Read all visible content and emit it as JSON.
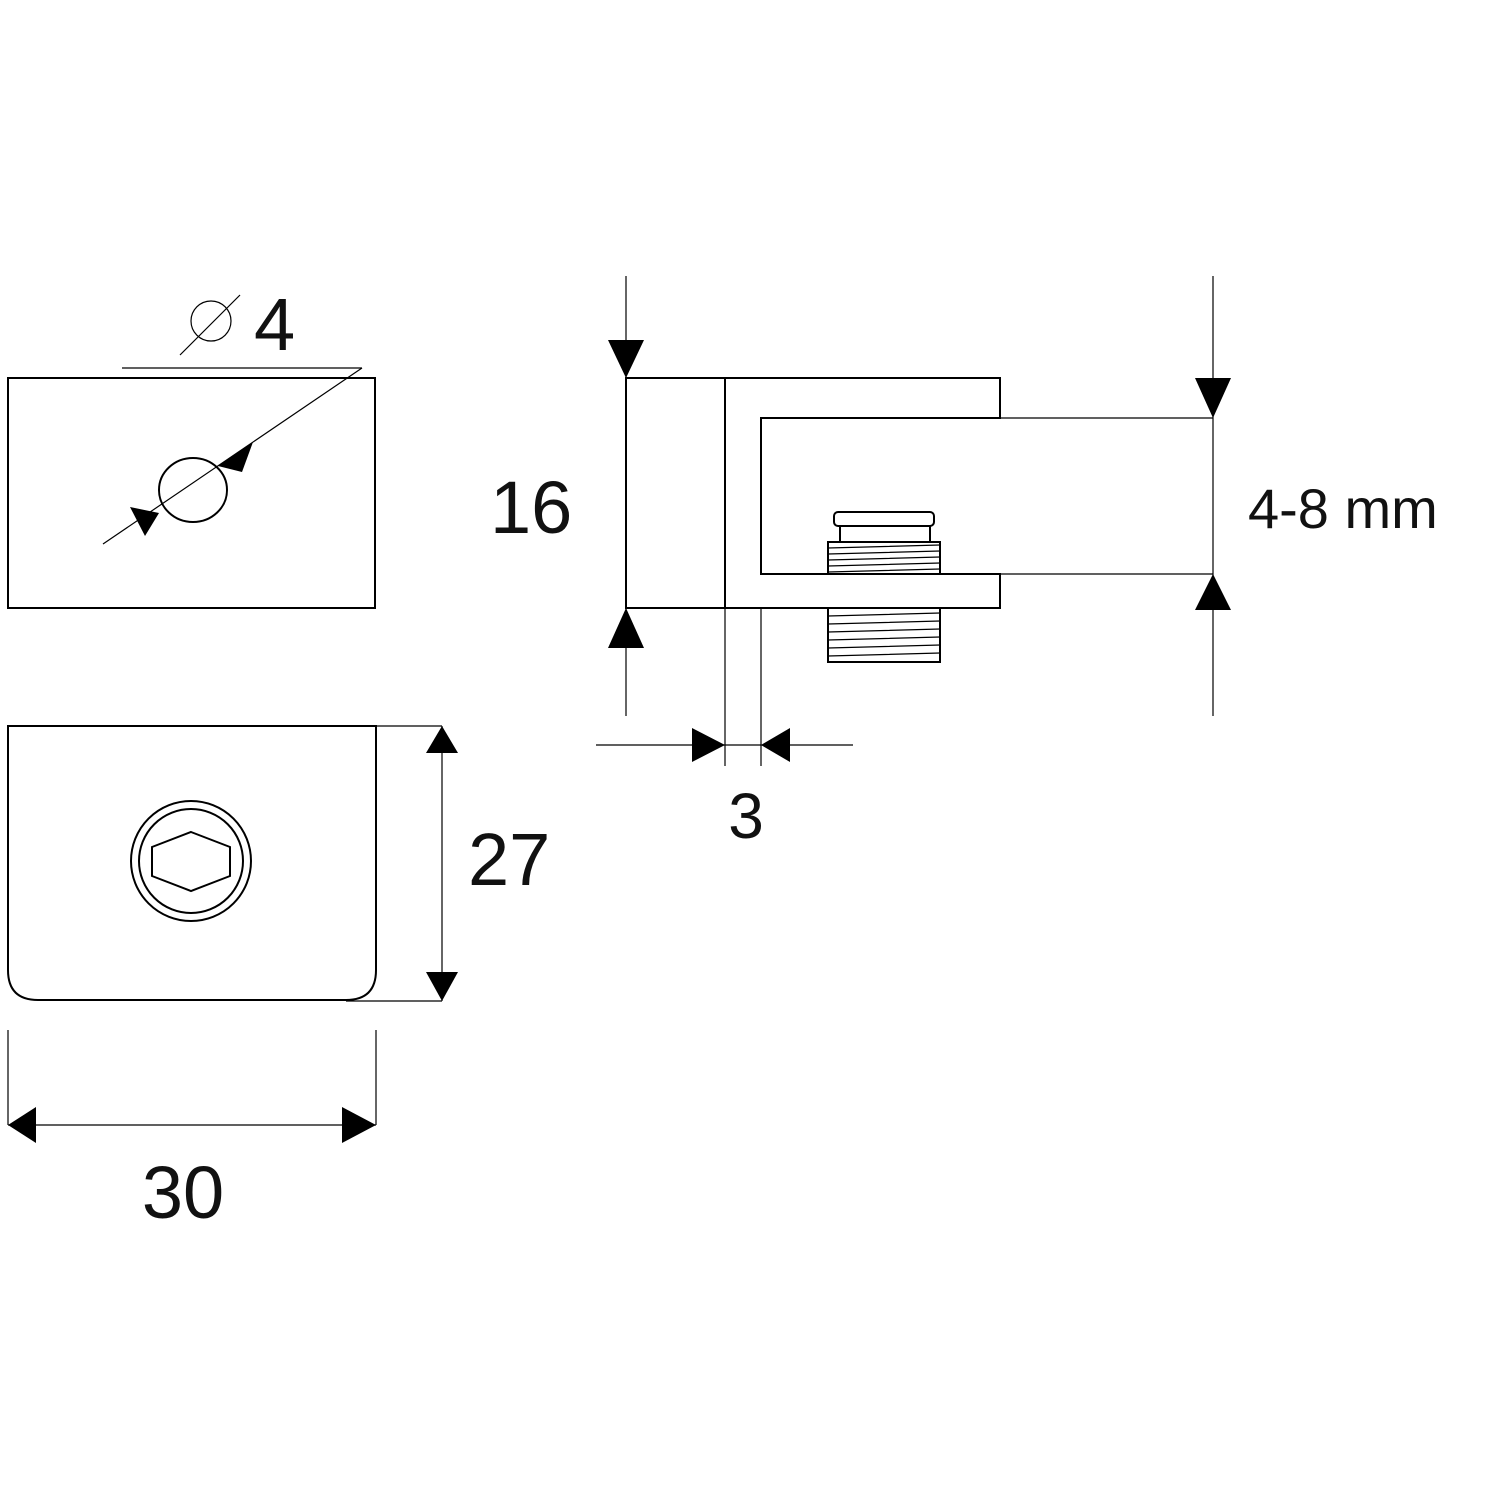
{
  "drawing": {
    "dimensions": {
      "hole_diameter_symbol": "⌀",
      "hole_diameter": "4",
      "width": "30",
      "depth": "27",
      "height": "16",
      "plate_thickness": "3",
      "glass_thickness": "4-8 mm"
    },
    "colors": {
      "line": "#000000",
      "background": "#ffffff"
    }
  }
}
